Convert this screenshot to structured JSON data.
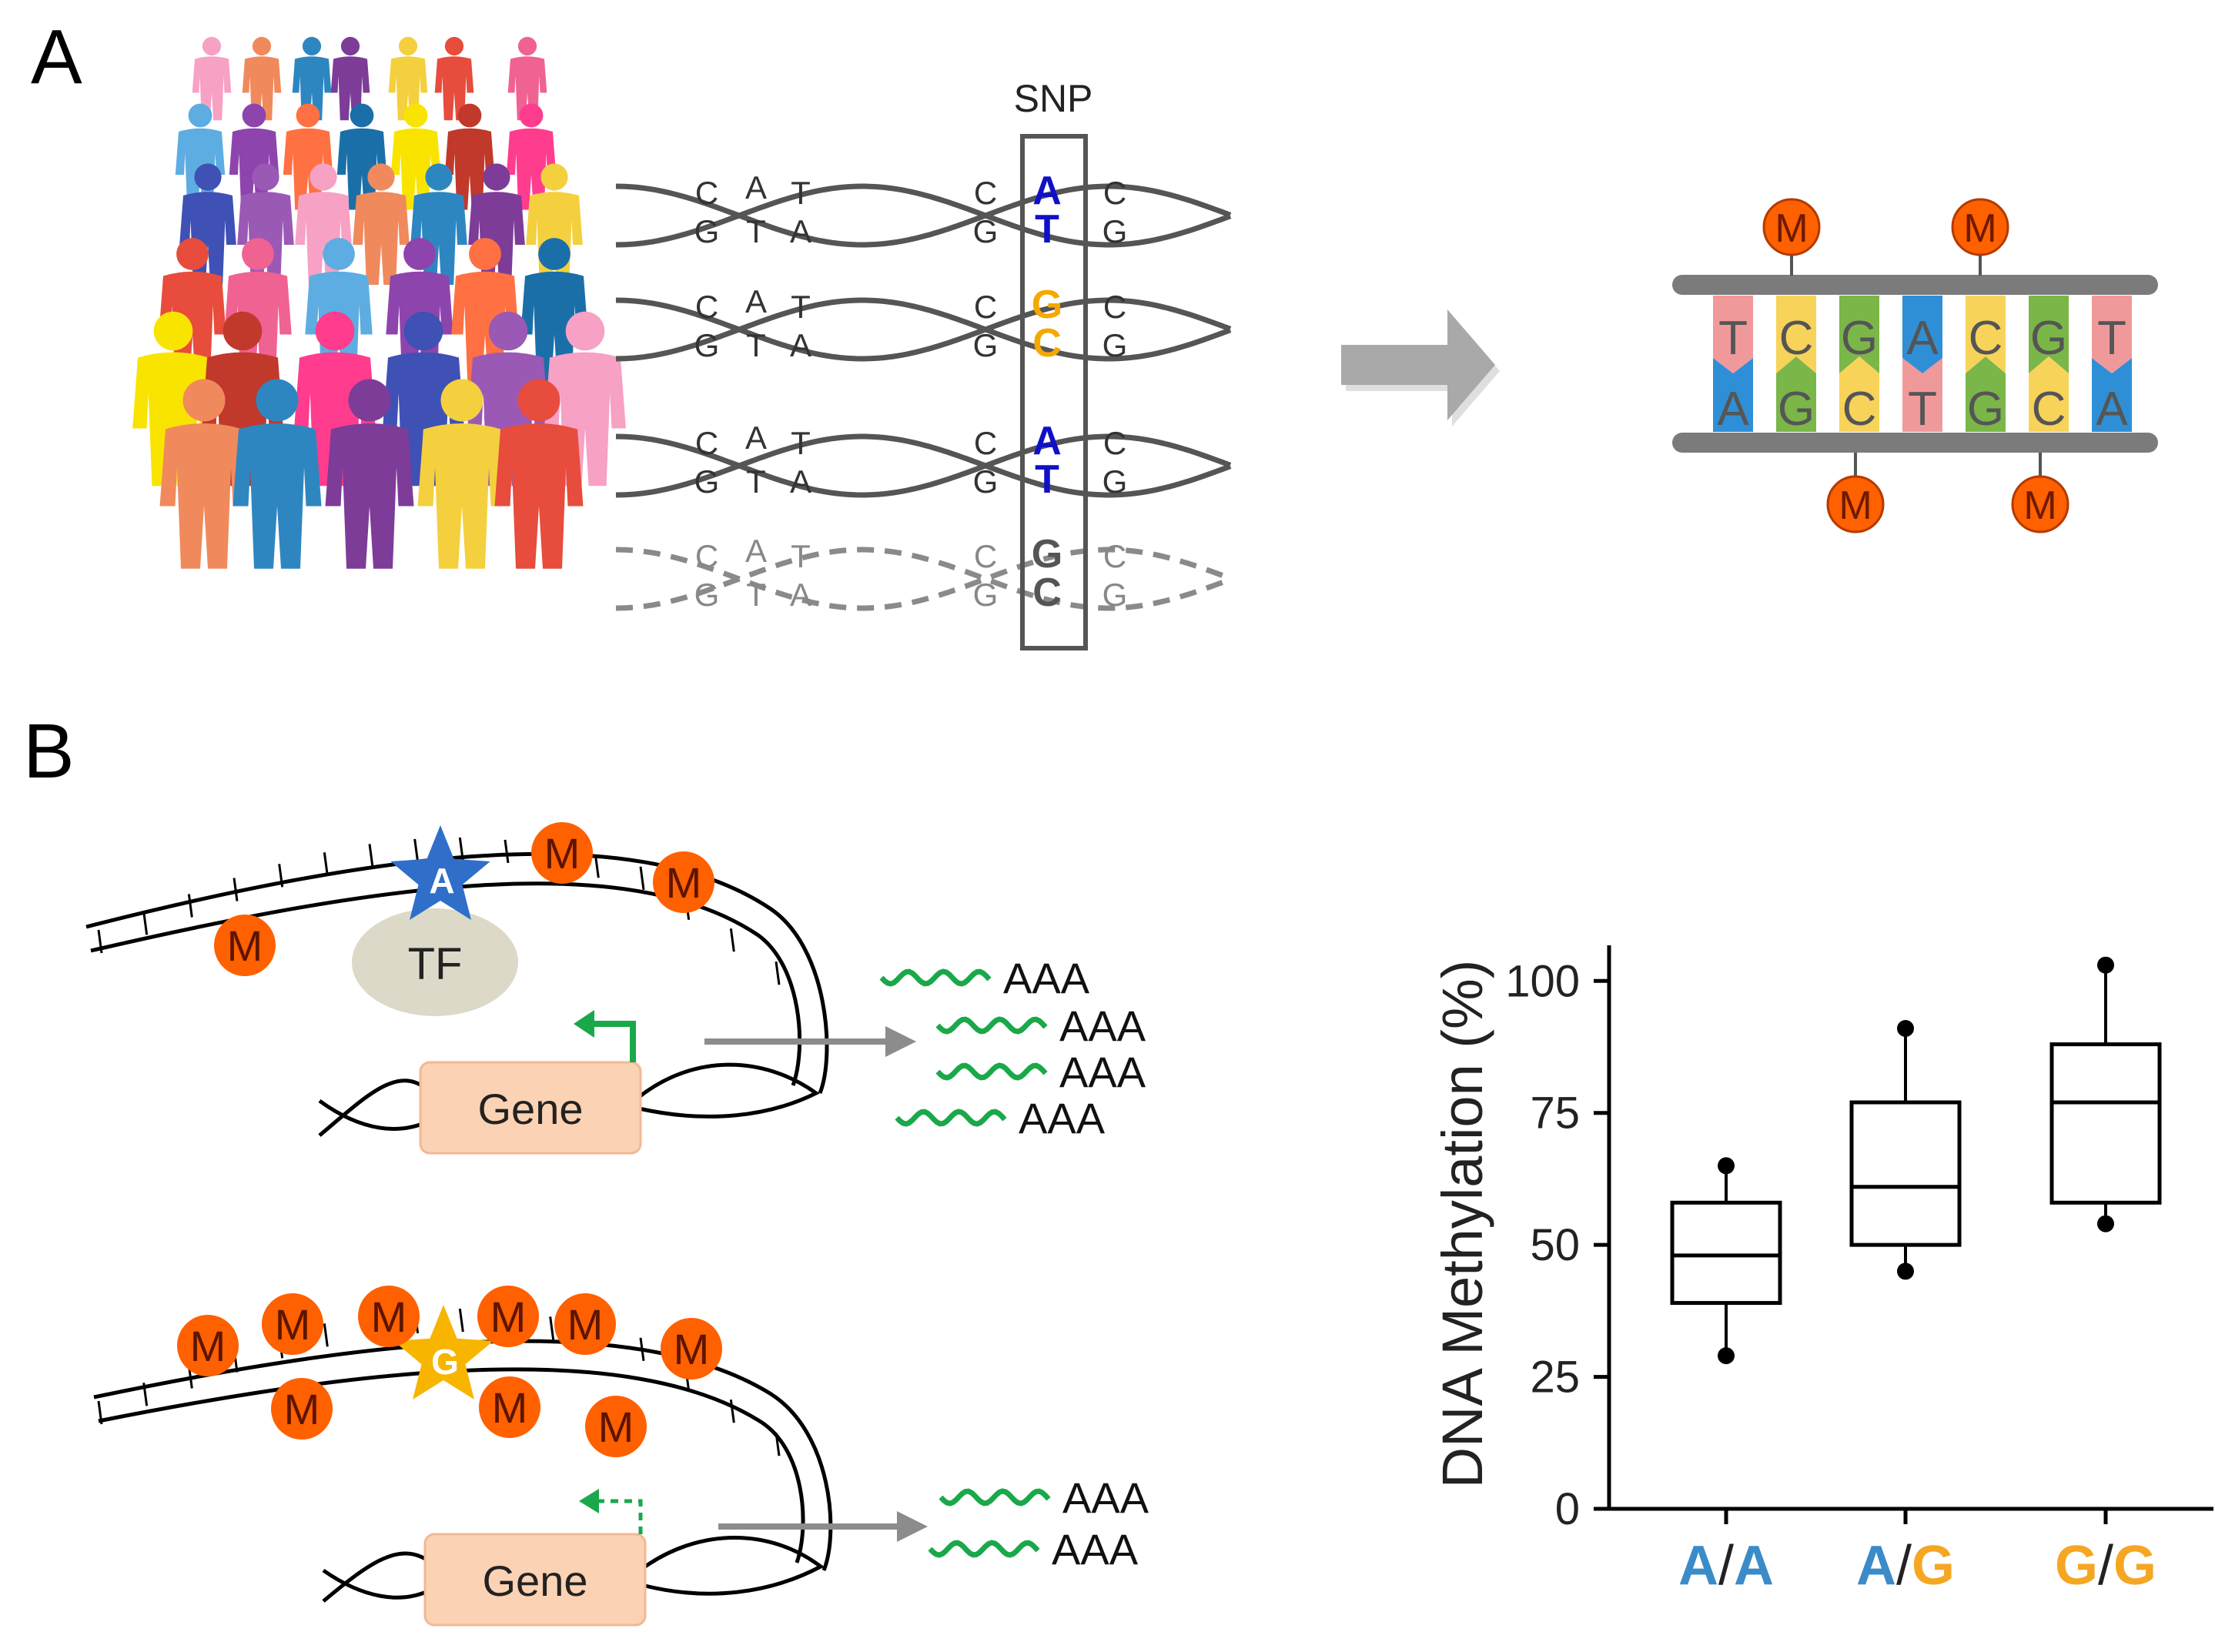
{
  "panel_a": {
    "label": "A",
    "snp_label": "SNP",
    "strands": [
      {
        "top": [
          "C",
          "A",
          "T",
          "C",
          "A",
          "C"
        ],
        "bottom": [
          "G",
          "T",
          "A",
          "G",
          "T",
          "G"
        ]
      },
      {
        "top": [
          "C",
          "A",
          "T",
          "C",
          "G",
          "C"
        ],
        "bottom": [
          "G",
          "T",
          "A",
          "G",
          "C",
          "G"
        ]
      },
      {
        "top": [
          "C",
          "A",
          "T",
          "C",
          "A",
          "C"
        ],
        "bottom": [
          "G",
          "T",
          "A",
          "G",
          "T",
          "G"
        ]
      },
      {
        "top": [
          "C",
          "A",
          "T",
          "C",
          "G",
          "C"
        ],
        "bottom": [
          "G",
          "T",
          "A",
          "G",
          "C",
          "G"
        ]
      }
    ],
    "dna_top": [
      "T",
      "C",
      "G",
      "A",
      "C",
      "G",
      "T"
    ],
    "dna_bottom": [
      "A",
      "G",
      "C",
      "T",
      "G",
      "C",
      "A"
    ],
    "methyl_label": "M"
  },
  "panel_b": {
    "label": "B",
    "tf_label": "TF",
    "allele_a": "A",
    "allele_g": "G",
    "gene_label": "Gene",
    "transcript_label": "AAA",
    "methyl_label": "M"
  },
  "colors": {
    "allele_a": "#3b8bc9",
    "allele_g": "#f5a623",
    "snp_a_text": "#1010c8",
    "snp_g_text": "#f5a800",
    "methyl": "#ff6000",
    "transcript": "#1aa84a",
    "gene_box": "#fcd2b4",
    "tf": "#dcd9c8",
    "arrow": "#8c8c8c"
  },
  "chart_data": {
    "type": "box",
    "ylabel": "DNA Methylation (%)",
    "ylim": [
      0,
      105
    ],
    "yticks": [
      0,
      25,
      50,
      75,
      100
    ],
    "categories": [
      {
        "first": "A",
        "sep": "/",
        "second": "A"
      },
      {
        "first": "A",
        "sep": "/",
        "second": "G"
      },
      {
        "first": "G",
        "sep": "/",
        "second": "G"
      }
    ],
    "boxes": [
      {
        "min": 29,
        "q1": 39,
        "median": 48,
        "q3": 58,
        "max": 65
      },
      {
        "min": 45,
        "q1": 50,
        "median": 61,
        "q3": 77,
        "max": 91
      },
      {
        "min": 54,
        "q1": 58,
        "median": 77,
        "q3": 88,
        "max": 103
      }
    ]
  }
}
